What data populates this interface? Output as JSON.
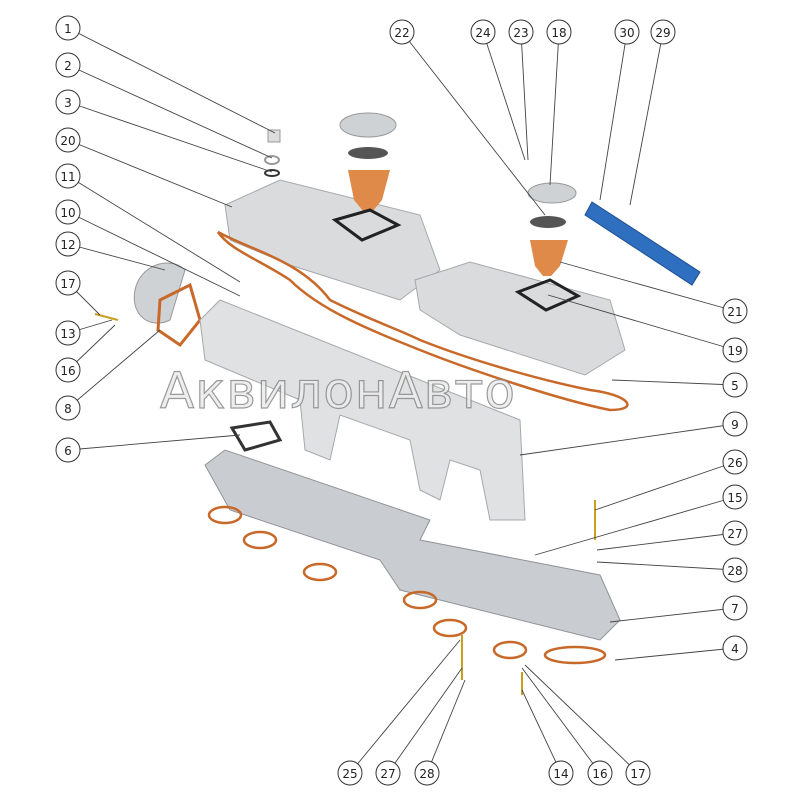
{
  "watermark": "АквилонАвто",
  "callouts": [
    {
      "id": "c1",
      "label": "1"
    },
    {
      "id": "c2",
      "label": "2"
    },
    {
      "id": "c3",
      "label": "3"
    },
    {
      "id": "c20",
      "label": "20"
    },
    {
      "id": "c11",
      "label": "11"
    },
    {
      "id": "c10",
      "label": "10"
    },
    {
      "id": "c12",
      "label": "12"
    },
    {
      "id": "c17a",
      "label": "17"
    },
    {
      "id": "c13",
      "label": "13"
    },
    {
      "id": "c16a",
      "label": "16"
    },
    {
      "id": "c8",
      "label": "8"
    },
    {
      "id": "c6",
      "label": "6"
    },
    {
      "id": "c22",
      "label": "22"
    },
    {
      "id": "c24",
      "label": "24"
    },
    {
      "id": "c23",
      "label": "23"
    },
    {
      "id": "c18",
      "label": "18"
    },
    {
      "id": "c30",
      "label": "30"
    },
    {
      "id": "c29",
      "label": "29"
    },
    {
      "id": "c21",
      "label": "21"
    },
    {
      "id": "c19",
      "label": "19"
    },
    {
      "id": "c5",
      "label": "5"
    },
    {
      "id": "c9",
      "label": "9"
    },
    {
      "id": "c26",
      "label": "26"
    },
    {
      "id": "c15",
      "label": "15"
    },
    {
      "id": "c27a",
      "label": "27"
    },
    {
      "id": "c28a",
      "label": "28"
    },
    {
      "id": "c7",
      "label": "7"
    },
    {
      "id": "c4",
      "label": "4"
    },
    {
      "id": "c25",
      "label": "25"
    },
    {
      "id": "c27b",
      "label": "27"
    },
    {
      "id": "c28b",
      "label": "28"
    },
    {
      "id": "c14",
      "label": "14"
    },
    {
      "id": "c16b",
      "label": "16"
    },
    {
      "id": "c17b",
      "label": "17"
    }
  ],
  "colors": {
    "gasket": "#c8692a",
    "metal": "#d6d8da",
    "metal_dark": "#8f9499",
    "blue_pipe": "#2f6fc0"
  }
}
